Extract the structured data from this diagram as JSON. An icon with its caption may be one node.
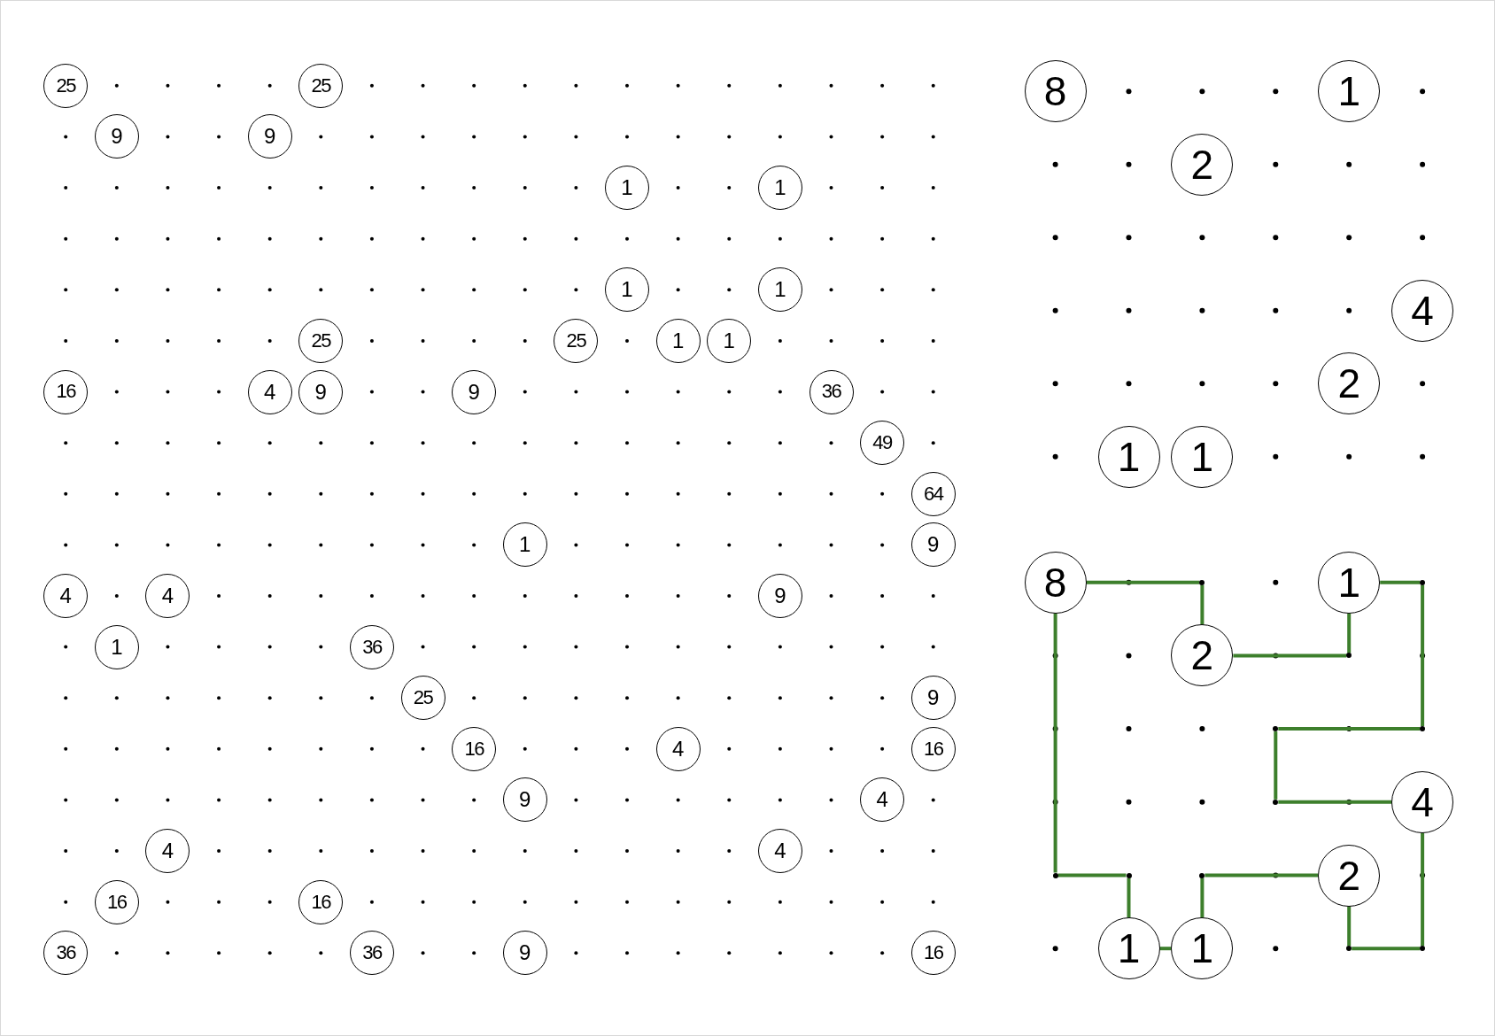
{
  "diagram": {
    "nodes": [
      {
        "text": [
          "25"
        ]
      },
      {
        "text": [
          "25"
        ]
      },
      {
        "text": [
          "9"
        ]
      },
      {
        "text": [
          "9"
        ]
      },
      {
        "text": [
          "1"
        ]
      },
      {
        "text": [
          "1"
        ]
      },
      {
        "text": [
          "1"
        ]
      },
      {
        "text": [
          "1"
        ]
      },
      {
        "text": [
          "25"
        ]
      },
      {
        "text": [
          "25"
        ]
      },
      {
        "text": [
          "1"
        ]
      },
      {
        "text": [
          "1"
        ]
      },
      {
        "text": [
          "16"
        ]
      },
      {
        "text": [
          "4"
        ]
      },
      {
        "text": [
          "9"
        ]
      },
      {
        "text": [
          "9"
        ]
      },
      {
        "text": [
          "36"
        ]
      },
      {
        "text": [
          "49"
        ]
      },
      {
        "text": [
          "64"
        ]
      },
      {
        "text": [
          "1"
        ]
      },
      {
        "text": [
          "9"
        ]
      },
      {
        "text": [
          "4"
        ]
      },
      {
        "text": [
          "4"
        ]
      },
      {
        "text": [
          "9"
        ]
      },
      {
        "text": [
          "1"
        ]
      },
      {
        "text": [
          "36"
        ]
      },
      {
        "text": [
          "25"
        ]
      },
      {
        "text": [
          "9"
        ]
      },
      {
        "text": [
          "16"
        ]
      },
      {
        "text": [
          "4"
        ]
      },
      {
        "text": [
          "16"
        ]
      },
      {
        "text": [
          "9"
        ]
      },
      {
        "text": [
          "4"
        ]
      },
      {
        "text": [
          "4"
        ]
      },
      {
        "text": [
          "4"
        ]
      },
      {
        "text": [
          "16"
        ]
      },
      {
        "text": [
          "16"
        ]
      },
      {
        "text": [
          "36"
        ]
      },
      {
        "text": [
          "36"
        ]
      },
      {
        "text": [
          "9"
        ]
      },
      {
        "text": [
          "16"
        ]
      },
      {
        "text": [
          "8"
        ]
      },
      {
        "text": [
          "1"
        ]
      },
      {
        "text": [
          "2"
        ]
      },
      {
        "text": [
          "4"
        ]
      },
      {
        "text": [
          "2"
        ]
      },
      {
        "text": [
          "1"
        ]
      },
      {
        "text": [
          "1"
        ]
      },
      {
        "text": [
          "8"
        ]
      },
      {
        "text": [],
        "shape": "circle"
      },
      {
        "text": [
          "1"
        ]
      },
      {
        "text": [],
        "shape": "circle"
      },
      {
        "text": [
          "2"
        ]
      },
      {
        "text": [],
        "shape": "circle"
      },
      {
        "text": [],
        "shape": "circle"
      },
      {
        "text": [],
        "shape": "circle"
      },
      {
        "text": [],
        "shape": "circle"
      },
      {
        "text": [
          "4"
        ]
      },
      {
        "text": [],
        "shape": "circle"
      },
      {
        "text": [],
        "shape": "circle"
      },
      {
        "text": [],
        "shape": "circle"
      },
      {
        "text": [
          "2"
        ]
      },
      {
        "text": [
          "1"
        ]
      },
      {
        "text": [
          "1"
        ]
      },
      {
        "text": [],
        "shape": "circle"
      },
      {
        "text": [],
        "shape": "circle"
      }
    ],
    "edges": [
      {
        "from": 48,
        "to": 49,
        "arrow": "none"
      },
      {
        "from": 49,
        "to": 52,
        "arrow": "none"
      },
      {
        "from": 52,
        "to": 53,
        "arrow": "none"
      },
      {
        "from": 53,
        "to": 50,
        "arrow": "none"
      },
      {
        "from": 50,
        "to": 51,
        "arrow": "none"
      },
      {
        "from": 51,
        "to": 55,
        "arrow": "none"
      },
      {
        "from": 55,
        "to": 54,
        "arrow": "none"
      },
      {
        "from": 54,
        "to": 56,
        "arrow": "none"
      },
      {
        "from": 56,
        "to": 57,
        "arrow": "none"
      },
      {
        "from": 57,
        "to": 65,
        "arrow": "none"
      },
      {
        "from": 65,
        "to": 64,
        "arrow": "none"
      },
      {
        "from": 64,
        "to": 61,
        "arrow": "none"
      },
      {
        "from": 61,
        "to": 60,
        "arrow": "none"
      },
      {
        "from": 60,
        "to": 63,
        "arrow": "none"
      },
      {
        "from": 63,
        "to": 62,
        "arrow": "none"
      },
      {
        "from": 62,
        "to": 59,
        "arrow": "none"
      },
      {
        "from": 59,
        "to": 58,
        "arrow": "none"
      },
      {
        "from": 58,
        "to": 48,
        "arrow": "none"
      }
    ]
  }
}
